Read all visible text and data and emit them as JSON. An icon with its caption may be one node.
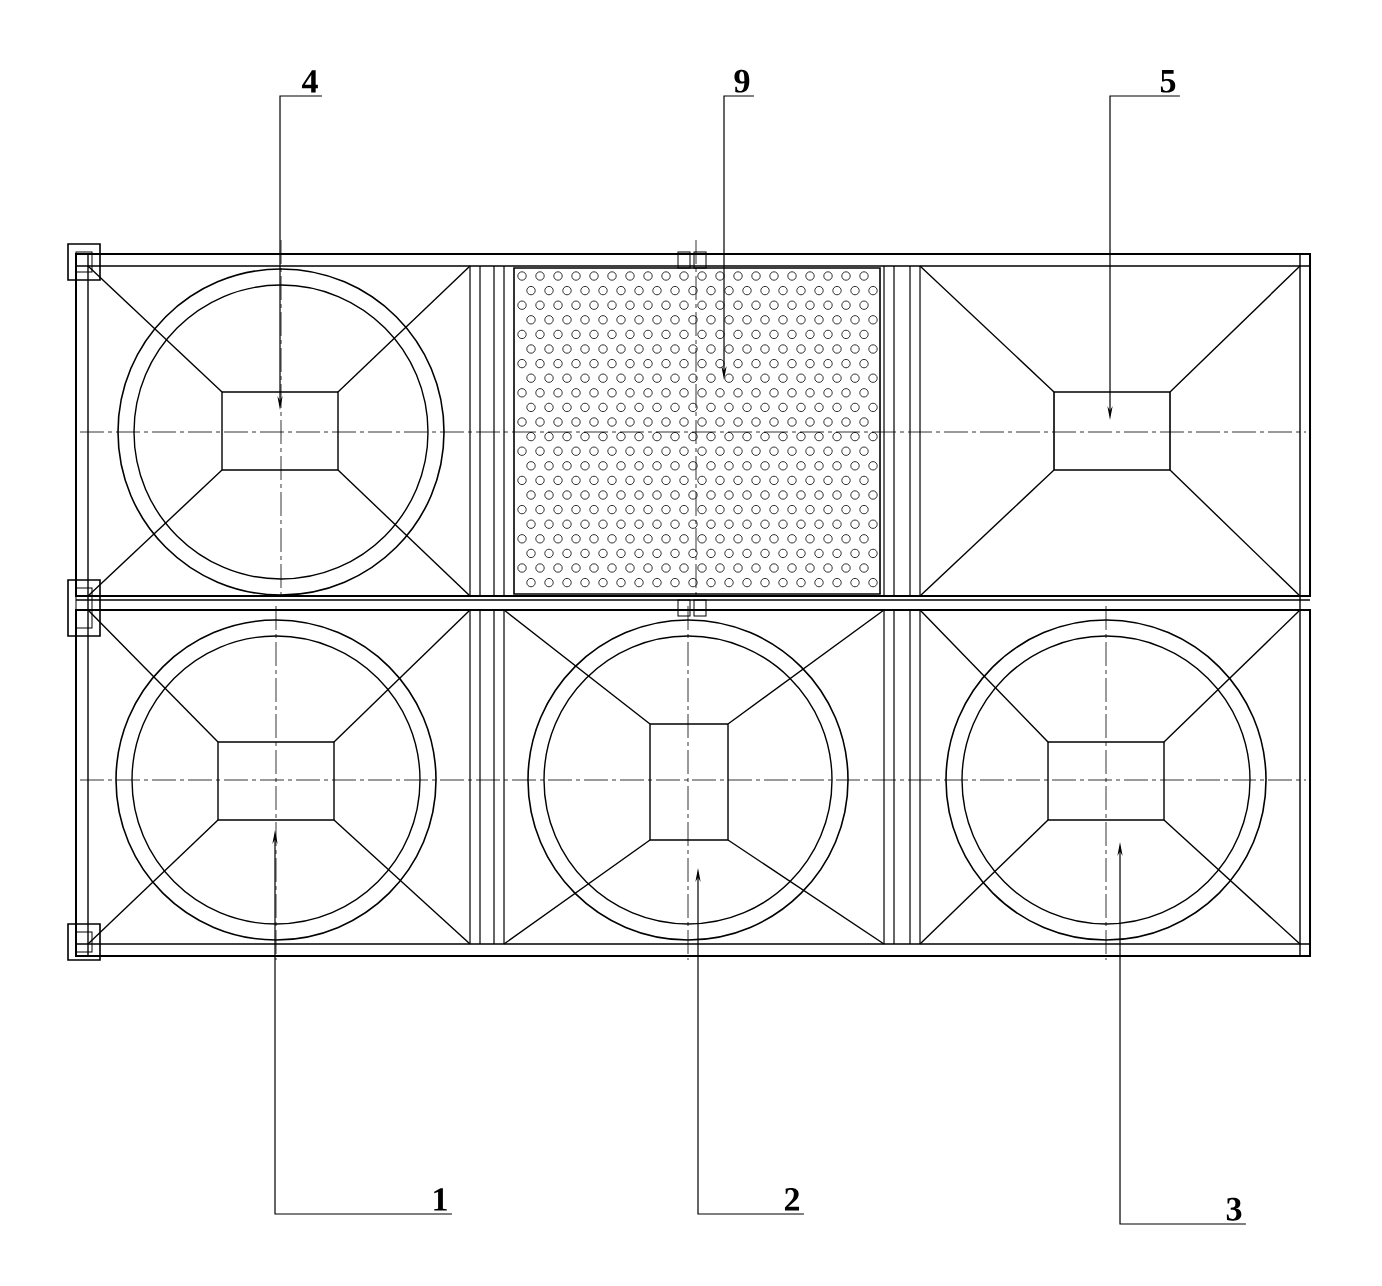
{
  "diagram": {
    "nodes": [
      {
        "text": [
          "4"
        ]
      },
      {
        "text": [
          "9"
        ]
      },
      {
        "text": [
          "5"
        ]
      },
      {
        "text": [],
        "shape": "circle"
      },
      {
        "text": [],
        "shape": "box"
      },
      {
        "text": [],
        "shape": "box"
      },
      {
        "text": [],
        "shape": "circle"
      },
      {
        "text": [],
        "shape": "circle"
      },
      {
        "text": [],
        "shape": "circle"
      },
      {
        "text": [
          "1"
        ]
      },
      {
        "text": [
          "2"
        ]
      },
      {
        "text": [
          "3"
        ]
      }
    ],
    "edges": [
      {
        "from": 0,
        "to": 3,
        "arrow": "to"
      },
      {
        "from": 1,
        "to": 4,
        "arrow": "to"
      },
      {
        "from": 2,
        "to": 5,
        "arrow": "to"
      },
      {
        "from": 9,
        "to": 6,
        "arrow": "to"
      },
      {
        "from": 10,
        "to": 7,
        "arrow": "to"
      },
      {
        "from": 11,
        "to": 8,
        "arrow": "to"
      }
    ]
  }
}
